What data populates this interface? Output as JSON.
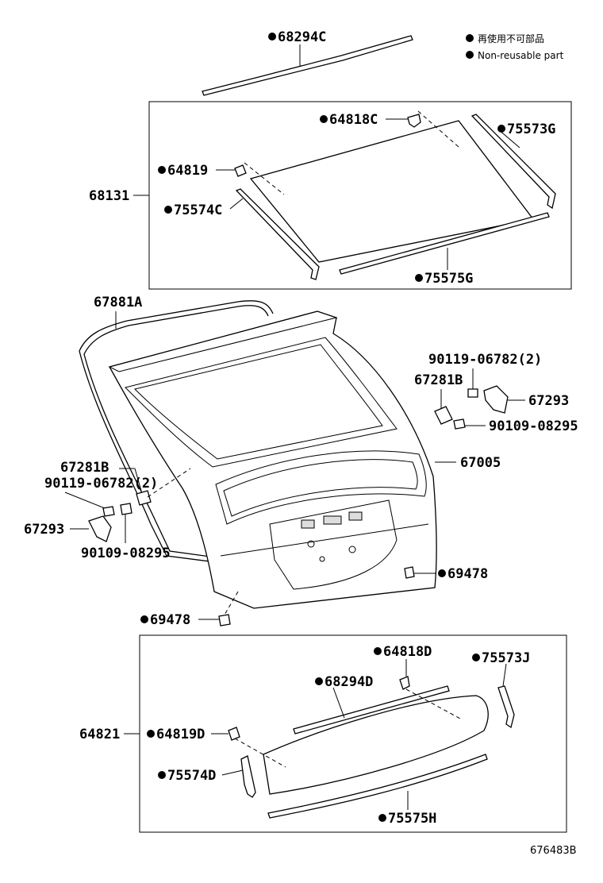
{
  "legend": {
    "jp": "再使用不可部品",
    "en": "Non-reusable part"
  },
  "labels": {
    "p68294C": "68294C",
    "p64818C": "64818C",
    "p75573G": "75573G",
    "p64819": "64819",
    "p68131": "68131",
    "p75574C": "75574C",
    "p75575G": "75575G",
    "p67881A": "67881A",
    "p90119_r": "90119-06782(2)",
    "p67281B_r": "67281B",
    "p67293_r": "67293",
    "p90109_r": "90109-08295",
    "p67005": "67005",
    "p67281B_l": "67281B",
    "p90119_l": "90119-06782(2)",
    "p67293_l": "67293",
    "p90109_l": "90109-08295",
    "p69478_r": "69478",
    "p69478_l": "69478",
    "p64818D": "64818D",
    "p75573J": "75573J",
    "p68294D": "68294D",
    "p64821": "64821",
    "p64819D": "64819D",
    "p75574D": "75574D",
    "p75575H": "75575H"
  },
  "figure_number": "676483B"
}
